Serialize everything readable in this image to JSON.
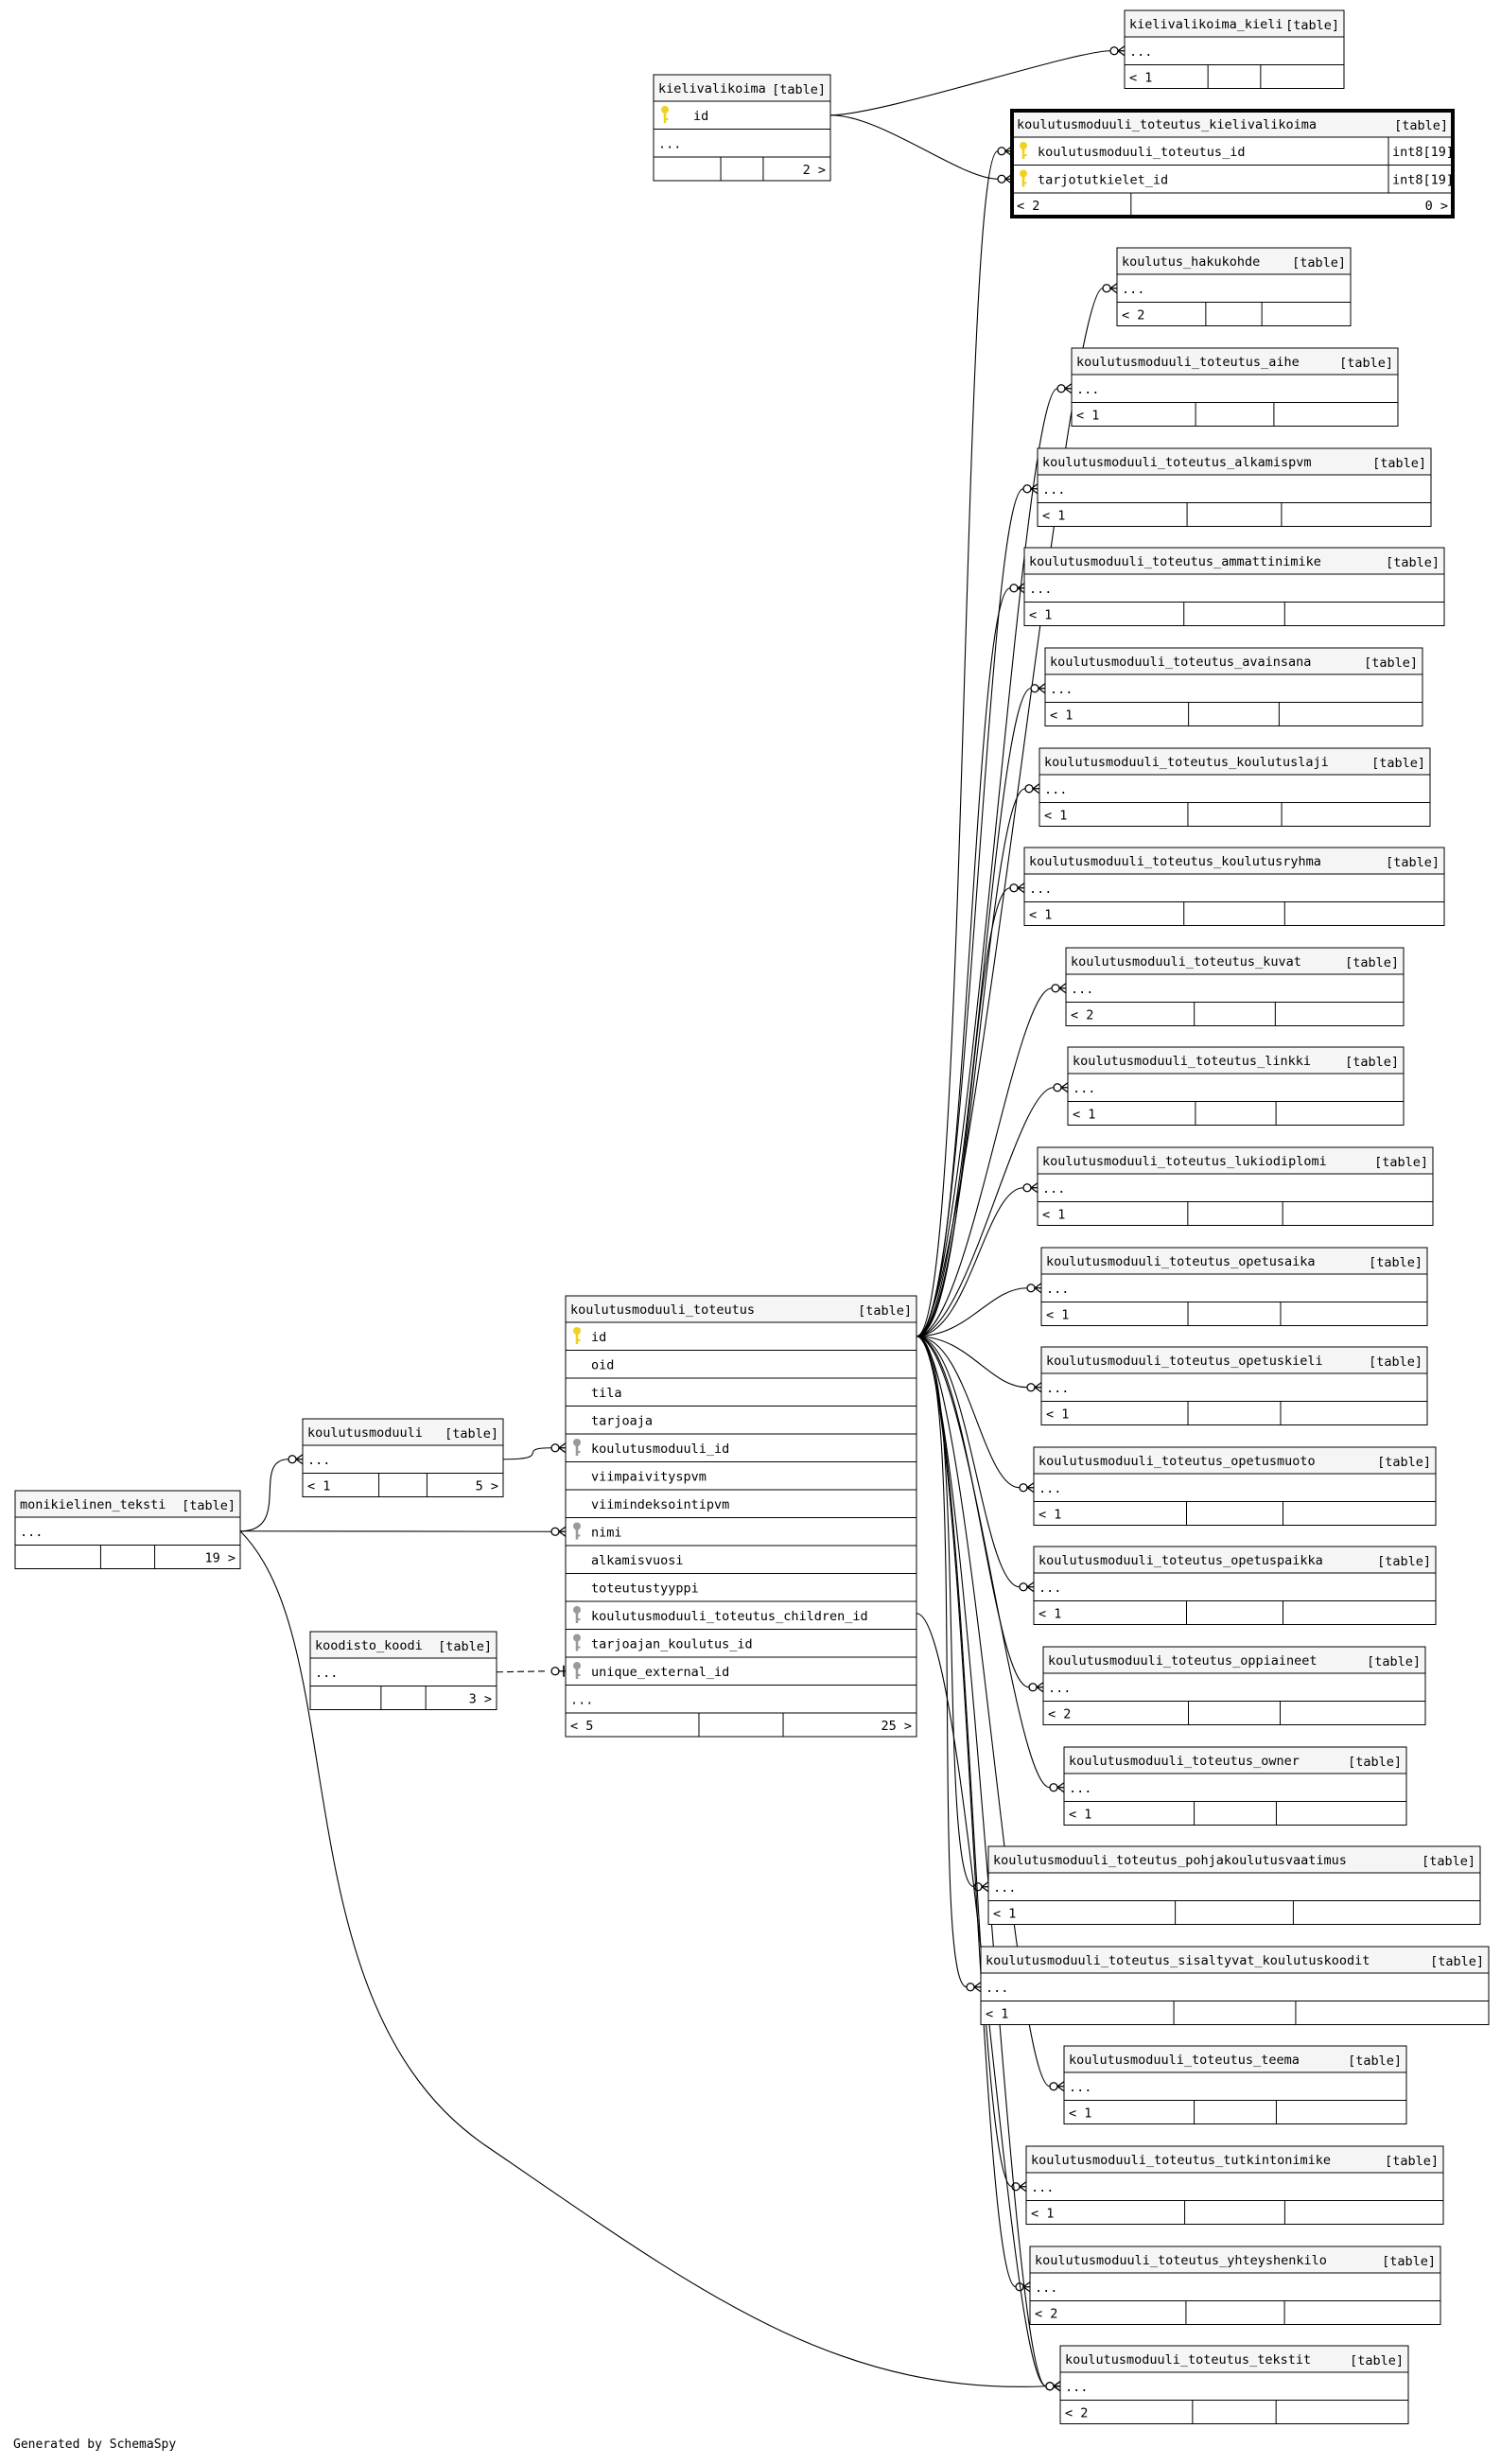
{
  "footer": "Generated by SchemaSpy",
  "tag": "[table]",
  "colors": {
    "key": "#f0d21e",
    "fk": "#9a9a9a",
    "header_bg": "#f5f5f5",
    "line": "#000000"
  },
  "tables": [
    {
      "id": "kielivalikoima_kieli",
      "title": "kielivalikoima_kieli",
      "rows": [
        {
          "text": "..."
        }
      ],
      "footer": {
        "left": "< 1",
        "right": ""
      }
    },
    {
      "id": "kielivalikoima",
      "title": "kielivalikoima",
      "rows": [
        {
          "text": "id",
          "icon": "key"
        },
        {
          "text": "..."
        }
      ],
      "footer": {
        "left": "",
        "right": "2 >"
      }
    },
    {
      "id": "kt_kielivalikoima",
      "title": "koulutusmoduuli_toteutus_kielivalikoima",
      "bold": true,
      "rows": [
        {
          "text": "koulutusmoduuli_toteutus_id",
          "icon": "key",
          "type": "int8[19]"
        },
        {
          "text": "tarjotutkielet_id",
          "icon": "key",
          "type": "int8[19]"
        }
      ],
      "footer": {
        "left": "< 2",
        "right": "0 >"
      }
    },
    {
      "id": "koulutus_hakukohde",
      "title": "koulutus_hakukohde",
      "rows": [
        {
          "text": "..."
        }
      ],
      "footer": {
        "left": "< 2",
        "right": ""
      }
    },
    {
      "id": "kt_aihe",
      "title": "koulutusmoduuli_toteutus_aihe",
      "rows": [
        {
          "text": "..."
        }
      ],
      "footer": {
        "left": "< 1",
        "right": ""
      }
    },
    {
      "id": "kt_alkamispvm",
      "title": "koulutusmoduuli_toteutus_alkamispvm",
      "rows": [
        {
          "text": "..."
        }
      ],
      "footer": {
        "left": "< 1",
        "right": ""
      }
    },
    {
      "id": "kt_ammattinimike",
      "title": "koulutusmoduuli_toteutus_ammattinimike",
      "rows": [
        {
          "text": "..."
        }
      ],
      "footer": {
        "left": "< 1",
        "right": ""
      }
    },
    {
      "id": "kt_avainsana",
      "title": "koulutusmoduuli_toteutus_avainsana",
      "rows": [
        {
          "text": "..."
        }
      ],
      "footer": {
        "left": "< 1",
        "right": ""
      }
    },
    {
      "id": "kt_koulutuslaji",
      "title": "koulutusmoduuli_toteutus_koulutuslaji",
      "rows": [
        {
          "text": "..."
        }
      ],
      "footer": {
        "left": "< 1",
        "right": ""
      }
    },
    {
      "id": "kt_koulutusryhma",
      "title": "koulutusmoduuli_toteutus_koulutusryhma",
      "rows": [
        {
          "text": "..."
        }
      ],
      "footer": {
        "left": "< 1",
        "right": ""
      }
    },
    {
      "id": "kt_kuvat",
      "title": "koulutusmoduuli_toteutus_kuvat",
      "rows": [
        {
          "text": "..."
        }
      ],
      "footer": {
        "left": "< 2",
        "right": ""
      }
    },
    {
      "id": "kt_linkki",
      "title": "koulutusmoduuli_toteutus_linkki",
      "rows": [
        {
          "text": "..."
        }
      ],
      "footer": {
        "left": "< 1",
        "right": ""
      }
    },
    {
      "id": "kt_lukiodiplomi",
      "title": "koulutusmoduuli_toteutus_lukiodiplomi",
      "rows": [
        {
          "text": "..."
        }
      ],
      "footer": {
        "left": "< 1",
        "right": ""
      }
    },
    {
      "id": "kt_opetusaika",
      "title": "koulutusmoduuli_toteutus_opetusaika",
      "rows": [
        {
          "text": "..."
        }
      ],
      "footer": {
        "left": "< 1",
        "right": ""
      }
    },
    {
      "id": "kt_opetuskieli",
      "title": "koulutusmoduuli_toteutus_opetuskieli",
      "rows": [
        {
          "text": "..."
        }
      ],
      "footer": {
        "left": "< 1",
        "right": ""
      }
    },
    {
      "id": "kt_opetusmuoto",
      "title": "koulutusmoduuli_toteutus_opetusmuoto",
      "rows": [
        {
          "text": "..."
        }
      ],
      "footer": {
        "left": "< 1",
        "right": ""
      }
    },
    {
      "id": "kt_opetuspaikka",
      "title": "koulutusmoduuli_toteutus_opetuspaikka",
      "rows": [
        {
          "text": "..."
        }
      ],
      "footer": {
        "left": "< 1",
        "right": ""
      }
    },
    {
      "id": "kt_oppiaineet",
      "title": "koulutusmoduuli_toteutus_oppiaineet",
      "rows": [
        {
          "text": "..."
        }
      ],
      "footer": {
        "left": "< 2",
        "right": ""
      }
    },
    {
      "id": "kt_owner",
      "title": "koulutusmoduuli_toteutus_owner",
      "rows": [
        {
          "text": "..."
        }
      ],
      "footer": {
        "left": "< 1",
        "right": ""
      }
    },
    {
      "id": "kt_pohjakoulutus",
      "title": "koulutusmoduuli_toteutus_pohjakoulutusvaatimus",
      "rows": [
        {
          "text": "..."
        }
      ],
      "footer": {
        "left": "< 1",
        "right": ""
      }
    },
    {
      "id": "kt_sisaltyvat",
      "title": "koulutusmoduuli_toteutus_sisaltyvat_koulutuskoodit",
      "rows": [
        {
          "text": "..."
        }
      ],
      "footer": {
        "left": "< 1",
        "right": ""
      }
    },
    {
      "id": "kt_teema",
      "title": "koulutusmoduuli_toteutus_teema",
      "rows": [
        {
          "text": "..."
        }
      ],
      "footer": {
        "left": "< 1",
        "right": ""
      }
    },
    {
      "id": "kt_tutkintonimike",
      "title": "koulutusmoduuli_toteutus_tutkintonimike",
      "rows": [
        {
          "text": "..."
        }
      ],
      "footer": {
        "left": "< 1",
        "right": ""
      }
    },
    {
      "id": "kt_yhteyshenkilo",
      "title": "koulutusmoduuli_toteutus_yhteyshenkilo",
      "rows": [
        {
          "text": "..."
        }
      ],
      "footer": {
        "left": "< 2",
        "right": ""
      }
    },
    {
      "id": "kt_tekstit",
      "title": "koulutusmoduuli_toteutus_tekstit",
      "rows": [
        {
          "text": "..."
        }
      ],
      "footer": {
        "left": "< 2",
        "right": ""
      }
    },
    {
      "id": "koulutusmoduuli_toteutus",
      "title": "koulutusmoduuli_toteutus",
      "rows": [
        {
          "text": "id",
          "icon": "key"
        },
        {
          "text": "oid"
        },
        {
          "text": "tila"
        },
        {
          "text": "tarjoaja"
        },
        {
          "text": "koulutusmoduuli_id",
          "icon": "fk"
        },
        {
          "text": "viimpaivityspvm"
        },
        {
          "text": "viimindeksointipvm"
        },
        {
          "text": "nimi",
          "icon": "fk"
        },
        {
          "text": "alkamisvuosi"
        },
        {
          "text": "toteutustyyppi"
        },
        {
          "text": "koulutusmoduuli_toteutus_children_id",
          "icon": "fk"
        },
        {
          "text": "tarjoajan_koulutus_id",
          "icon": "fk"
        },
        {
          "text": "unique_external_id",
          "icon": "fk"
        },
        {
          "text": "..."
        }
      ],
      "footer": {
        "left": "< 5",
        "right": "25 >"
      }
    },
    {
      "id": "koulutusmoduuli",
      "title": "koulutusmoduuli",
      "rows": [
        {
          "text": "..."
        }
      ],
      "footer": {
        "left": "< 1",
        "right": "5 >"
      }
    },
    {
      "id": "monikielinen_teksti",
      "title": "monikielinen_teksti",
      "rows": [
        {
          "text": "..."
        }
      ],
      "footer": {
        "left": "",
        "right": "19 >"
      }
    },
    {
      "id": "koodisto_koodi",
      "title": "koodisto_koodi",
      "rows": [
        {
          "text": "..."
        }
      ],
      "footer": {
        "left": "",
        "right": "3 >"
      }
    }
  ]
}
